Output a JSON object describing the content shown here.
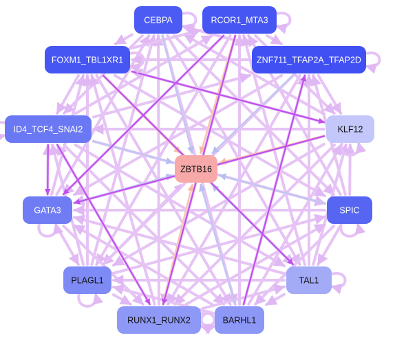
{
  "colors": {
    "edge_main": "#e6c3f5",
    "edge_strong": "#c050ee",
    "edge_blue": "#c2c8f2",
    "edge_peach": "#f7c7b4",
    "node_text_light": "#ffffff",
    "node_text_dark": "#111111"
  },
  "nodes": [
    {
      "id": "cebpa",
      "label": "CEBPA",
      "color": "#4b5bf3",
      "text": "light"
    },
    {
      "id": "rcor1",
      "label": "RCOR1_MTA3",
      "color": "#4656f3",
      "text": "light"
    },
    {
      "id": "foxm1",
      "label": "FOXM1_TBL1XR1",
      "color": "#4656f3",
      "text": "light"
    },
    {
      "id": "znf711",
      "label": "ZNF711_TFAP2A_TFAP2D",
      "color": "#4050f3",
      "text": "light"
    },
    {
      "id": "id4",
      "label": "ID4_TCF4_SNAI2",
      "color": "#6a78f4",
      "text": "light"
    },
    {
      "id": "klf12",
      "label": "KLF12",
      "color": "#c3c7f9",
      "text": "dark"
    },
    {
      "id": "zbtb16",
      "label": "ZBTB16",
      "color": "#f7a9a9",
      "text": "dark"
    },
    {
      "id": "gata3",
      "label": "GATA3",
      "color": "#6f7cf4",
      "text": "light"
    },
    {
      "id": "spic",
      "label": "SPIC",
      "color": "#5666f3",
      "text": "light"
    },
    {
      "id": "plagl1",
      "label": "PLAGL1",
      "color": "#7e8af5",
      "text": "dark"
    },
    {
      "id": "tal1",
      "label": "TAL1",
      "color": "#a3abf7",
      "text": "dark"
    },
    {
      "id": "runx1",
      "label": "RUNX1_RUNX2",
      "color": "#8e98f6",
      "text": "dark"
    },
    {
      "id": "barhl1",
      "label": "BARHL1",
      "color": "#8d97f6",
      "text": "dark"
    }
  ]
}
